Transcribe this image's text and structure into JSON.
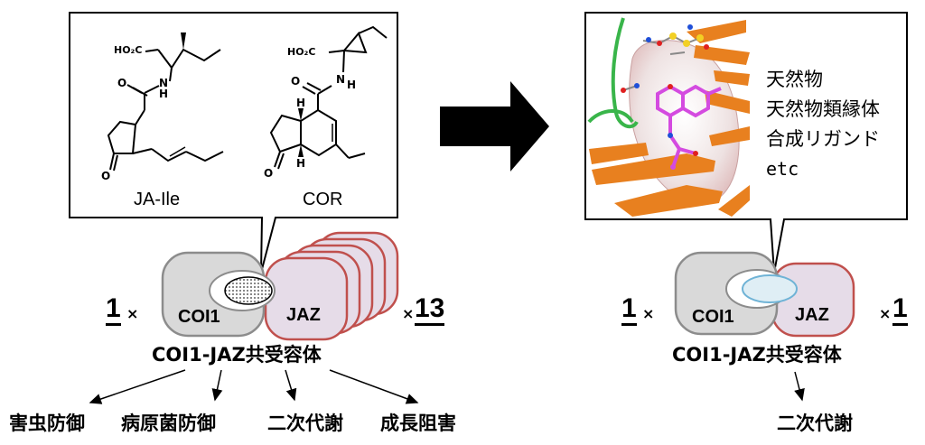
{
  "left_panel": {
    "molecule_1": {
      "name": "JA-Ile",
      "atoms": {
        "carboxyl": "HO₂C",
        "nh": "N",
        "h": "H",
        "ketone_o": "O"
      }
    },
    "molecule_2": {
      "name": "COR",
      "atoms": {
        "carboxyl": "HO₂C",
        "nh": "N",
        "h": "H",
        "ketone_o": "O",
        "bridge_h_top": "H",
        "bridge_h_bottom": "H"
      }
    },
    "receptor": {
      "coi1_label": "COI1",
      "jaz_label": "JAZ",
      "coi1_count": "1",
      "coi1_mult": "×",
      "jaz_mult": "×",
      "jaz_count": "13",
      "complex_label": "COI1-JAZ共受容体"
    },
    "outputs": [
      "害虫防御",
      "病原菌防御",
      "二次代謝",
      "成長阻害"
    ]
  },
  "right_panel": {
    "ligand_list": [
      "天然物",
      "天然物類縁体",
      "合成リガンド",
      "etc"
    ],
    "receptor": {
      "coi1_label": "COI1",
      "jaz_label": "JAZ",
      "coi1_count": "1",
      "coi1_mult": "×",
      "jaz_mult": "×",
      "jaz_count": "1",
      "complex_label": "COI1-JAZ共受容体"
    },
    "output": "二次代謝"
  },
  "colors": {
    "coi1_fill": "#d9d9d9",
    "coi1_stroke": "#8c8c8c",
    "jaz_fill": "#e6dce8",
    "jaz_stroke": "#c0504d",
    "pocket_fill": "#dfeef5",
    "pocket_stroke": "#6fb3d6",
    "arrow": "#000000",
    "protein_orange": "#e8801f",
    "ligand_magenta": "#d44be0"
  }
}
